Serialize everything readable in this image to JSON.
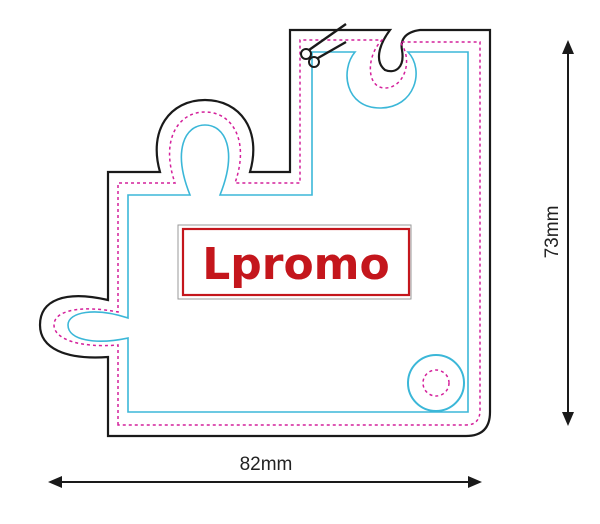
{
  "logo": {
    "text": "Lpromo",
    "color": "#c4161c"
  },
  "dimensions": {
    "width_label": "82mm",
    "height_label": "73mm"
  },
  "colors": {
    "outline": "#1a1a1a",
    "cut_line": "#3bb7d8",
    "bleed_line": "#d4209b",
    "logo_border": "#c4161c"
  },
  "icons": {
    "scissors": "scissors-icon"
  }
}
